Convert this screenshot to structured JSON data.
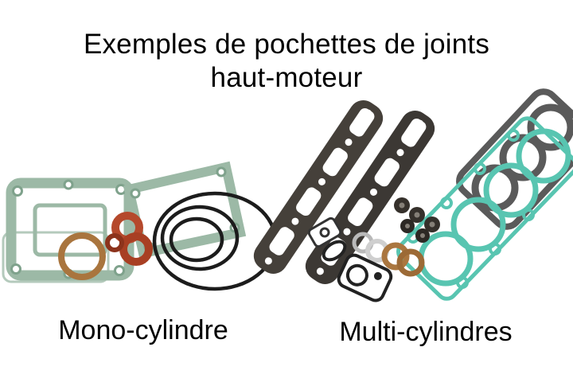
{
  "title": {
    "line1": "Exemples de pochettes de joints",
    "line2": "haut-moteur"
  },
  "labels": {
    "mono": "Mono-cylindre",
    "multi": "Multi-cylindres"
  },
  "illustration": {
    "left_kit": "mono-cylinder-gasket-kit-photo",
    "right_kit": "multi-cylinder-gasket-kit-photo"
  },
  "colors": {
    "background": "#ffffff",
    "text": "#000000",
    "gasket_green": "#9cb9a6",
    "gasket_green_dark": "#7fa28c",
    "gasket_teal": "#58c5b1",
    "gasket_copper": "#a9753e",
    "gasket_red": "#b5492c",
    "gasket_dark": "#45403a",
    "gasket_gray": "#5a5a5a",
    "gasket_black": "#1c1c1c"
  }
}
